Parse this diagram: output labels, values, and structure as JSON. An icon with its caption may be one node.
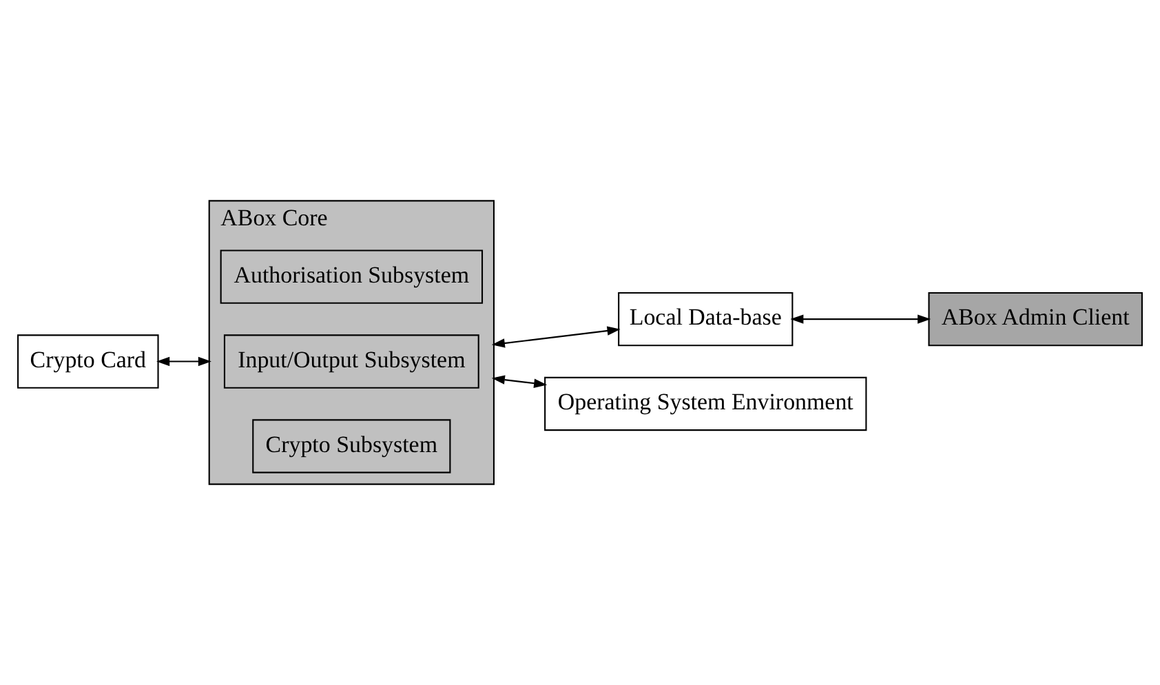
{
  "diagram": {
    "nodes": [
      {
        "text": [
          "ABox Core"
        ]
      },
      {
        "text": [
          "Crypto Subsystem"
        ],
        "in": 0
      },
      {
        "text": [
          "Input/Output Subsystem"
        ],
        "in": 0
      },
      {
        "text": [
          "Authorisation Subsystem"
        ],
        "in": 0
      },
      {
        "text": [
          "Crypto Card"
        ]
      },
      {
        "text": [
          "Local Data-base"
        ]
      },
      {
        "text": [
          "ABox Admin Client"
        ]
      },
      {
        "text": [
          "Operating System Environment"
        ]
      }
    ],
    "edges": [
      {
        "from": 4,
        "to": 0,
        "arrow": "both"
      },
      {
        "from": 0,
        "to": 5,
        "arrow": "both"
      },
      {
        "from": 5,
        "to": 6,
        "arrow": "both"
      },
      {
        "from": 0,
        "to": 7,
        "arrow": "both"
      }
    ]
  }
}
